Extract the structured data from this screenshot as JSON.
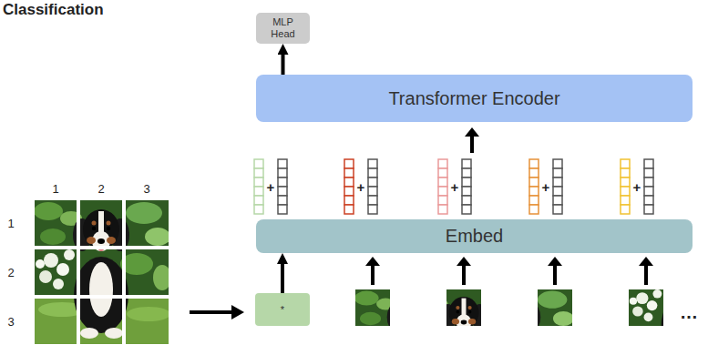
{
  "diagram": {
    "title": "Classification",
    "nodes": [
      {
        "text": [
          "MLP Head"
        ]
      },
      {
        "text": [
          "Transformer Encoder"
        ]
      },
      {
        "text": [
          "Embed"
        ]
      },
      {
        "text": [
          "*"
        ]
      }
    ],
    "edges": [
      {
        "from": 1,
        "to": 0,
        "arrow": "to"
      },
      {
        "from": 3,
        "to": 2,
        "arrow": "to"
      }
    ],
    "labels": [
      "1",
      "2",
      "3",
      "1",
      "2",
      "3",
      "+",
      "+",
      "+",
      "+",
      "+",
      "…"
    ]
  }
}
